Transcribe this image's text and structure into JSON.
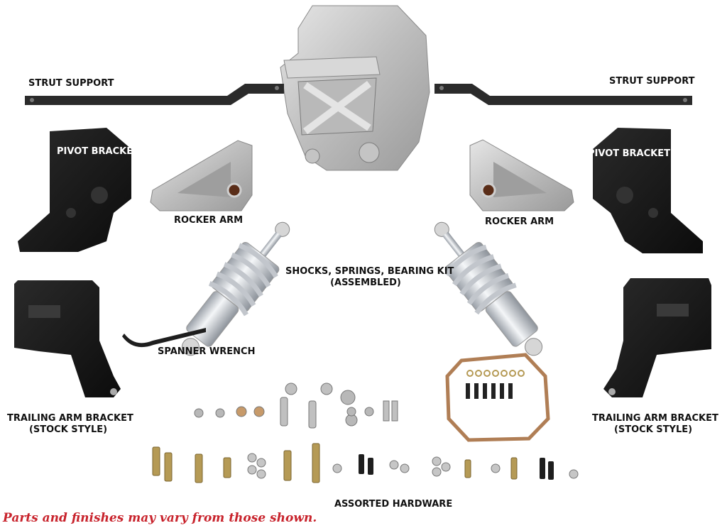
{
  "labels": {
    "strut_support_left": "STRUT SUPPORT",
    "strut_support_right": "STRUT SUPPORT",
    "pivot_bracket_left": "PIVOT BRACKET",
    "pivot_bracket_right": "PIVOT BRACKET",
    "rocker_arm_left": "ROCKER ARM",
    "rocker_arm_right": "ROCKER ARM",
    "shocks_line1": "SHOCKS, SPRINGS, BEARING KIT",
    "shocks_line2": "(ASSEMBLED)",
    "spanner_wrench": "SPANNER WRENCH",
    "trailing_left_line1": "TRAILING ARM BRACKET",
    "trailing_left_line2": "(STOCK STYLE)",
    "trailing_right_line1": "TRAILING ARM BRACKET",
    "trailing_right_line2": "(STOCK STYLE)",
    "assorted_hardware": "ASSORTED HARDWARE"
  },
  "disclaimer": "Parts and finishes may vary from those shown.",
  "colors": {
    "disclaimer_red": "#c8232c",
    "bracket_black": "#151515",
    "aluminum": "#c9c9c9",
    "zinc_gold": "#b59a55"
  }
}
